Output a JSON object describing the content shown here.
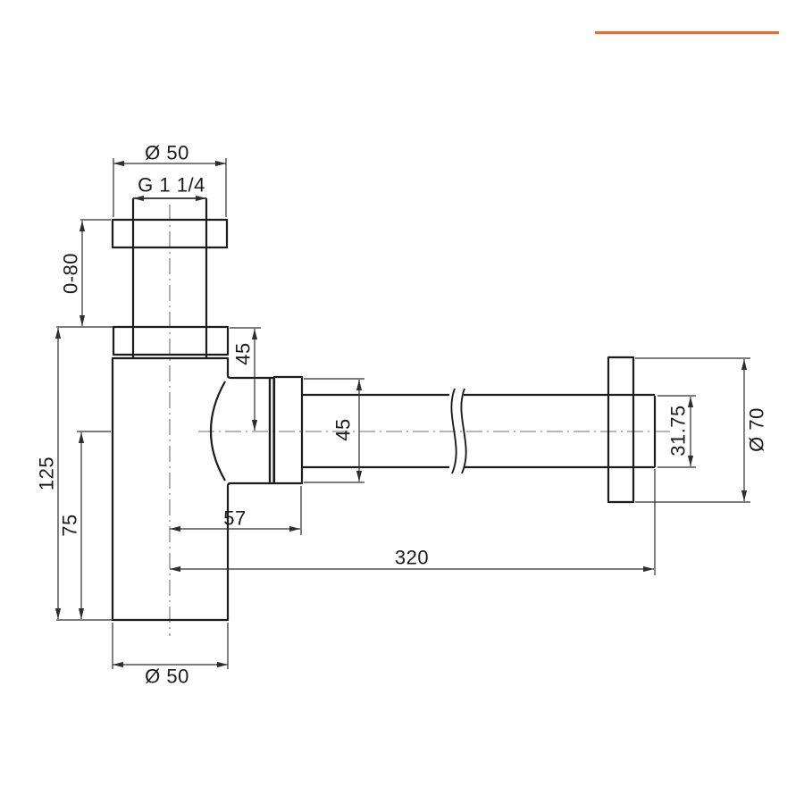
{
  "accent_bar": {
    "color": "#ED6B2E"
  },
  "drawing": {
    "object_line_color": "#1C1C1C",
    "dimension_line_color": "#2E2E2E",
    "centerline_color": "#6F6F6F",
    "text_color": "#1A1A1A",
    "labels": {
      "top_flange_diameter": "Ø 50",
      "thread_size": "G 1 1/4",
      "adjustable_inlet_height": "0-80",
      "body_height": "125",
      "lower_body_height": "75",
      "top_to_outlet_center": "45",
      "outlet_nut_width": "45",
      "outlet_pipe_diameter": "31.75",
      "wall_flange_diameter": "Ø 70",
      "center_to_nut_offset": "57",
      "outlet_pipe_length": "320",
      "body_diameter": "Ø 50"
    }
  }
}
